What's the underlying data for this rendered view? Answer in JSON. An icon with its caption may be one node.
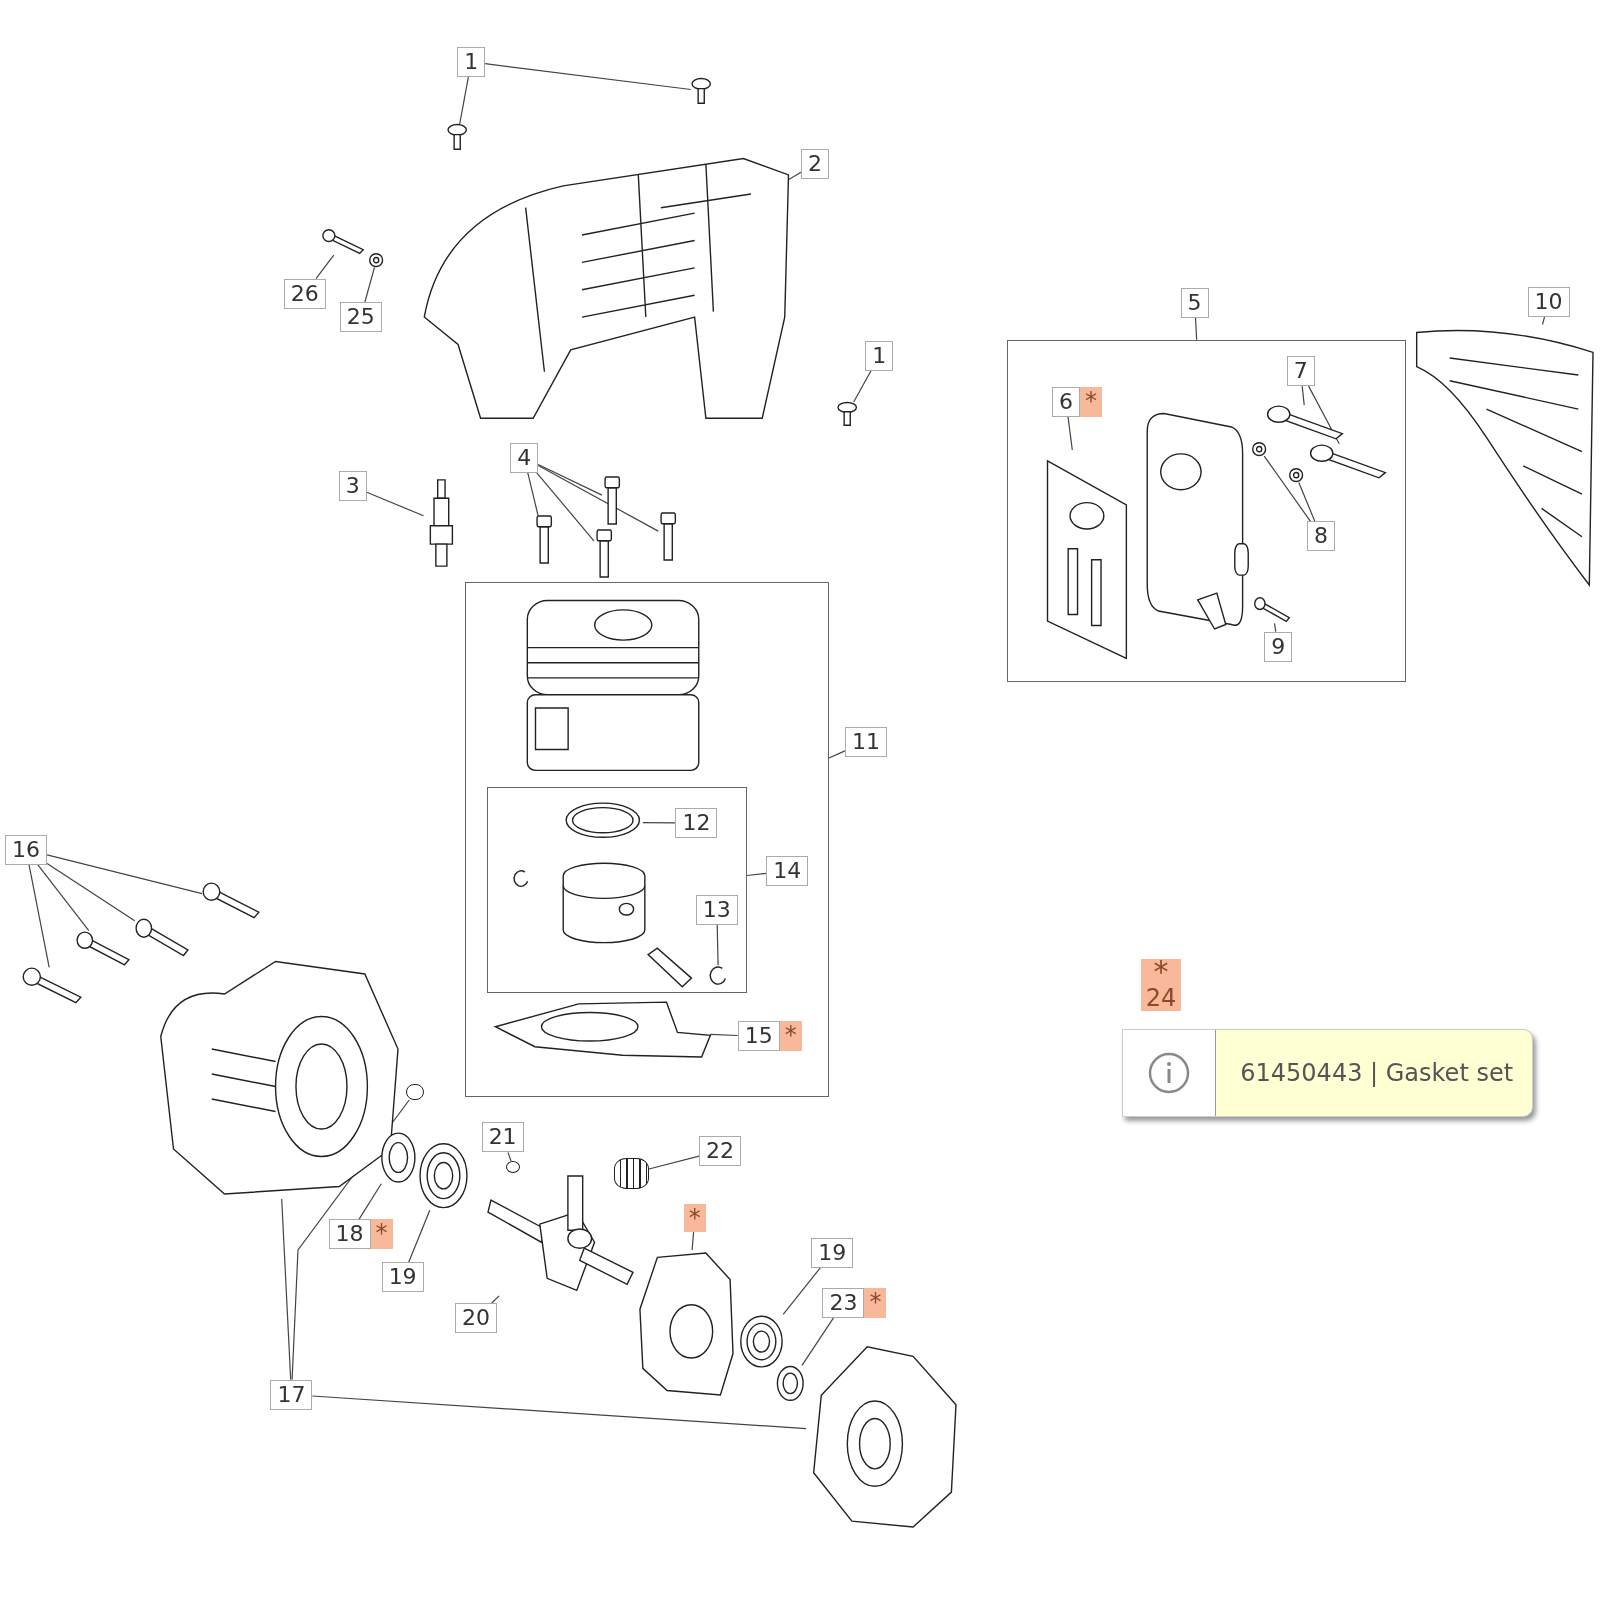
{
  "diagram": {
    "nodes": [
      {
        "text": [
          "1"
        ]
      },
      {
        "text": [],
        "shape": "picture"
      },
      {
        "text": [],
        "shape": "picture"
      },
      {
        "text": [
          "2"
        ]
      },
      {
        "text": [],
        "shape": "picture"
      },
      {
        "text": [
          "26"
        ]
      },
      {
        "text": [],
        "shape": "picture"
      },
      {
        "text": [
          "25"
        ]
      },
      {
        "text": [],
        "shape": "picture"
      },
      {
        "text": [
          "1"
        ]
      },
      {
        "text": [],
        "shape": "picture"
      },
      {
        "text": [
          "3"
        ]
      },
      {
        "text": [],
        "shape": "picture"
      },
      {
        "text": [
          "4"
        ]
      },
      {
        "text": [],
        "shape": "picture"
      },
      {
        "text": [],
        "shape": "picture"
      },
      {
        "text": [],
        "shape": "picture"
      },
      {
        "text": [],
        "shape": "picture"
      },
      {
        "text": [
          "5"
        ]
      },
      {
        "text": [],
        "shape": "box"
      },
      {
        "text": [
          "6"
        ],
        "beside": [
          "*"
        ],
        "in": 19
      },
      {
        "text": [],
        "shape": "picture",
        "in": 19
      },
      {
        "text": [
          "7"
        ],
        "in": 19
      },
      {
        "text": [],
        "shape": "picture",
        "in": 19
      },
      {
        "text": [],
        "shape": "picture",
        "in": 19
      },
      {
        "text": [
          "8"
        ],
        "in": 19
      },
      {
        "text": [],
        "shape": "picture",
        "in": 19
      },
      {
        "text": [],
        "shape": "picture",
        "in": 19
      },
      {
        "text": [
          "9"
        ],
        "in": 19
      },
      {
        "text": [],
        "shape": "picture",
        "in": 19
      },
      {
        "text": [
          "10"
        ]
      },
      {
        "text": [],
        "shape": "picture"
      },
      {
        "text": [
          "11"
        ]
      },
      {
        "text": [],
        "shape": "box"
      },
      {
        "text": [],
        "shape": "box",
        "in": 33
      },
      {
        "text": [
          "12"
        ],
        "in": 34
      },
      {
        "text": [],
        "shape": "picture",
        "in": 34
      },
      {
        "text": [
          "13"
        ],
        "in": 34
      },
      {
        "text": [],
        "shape": "picture",
        "in": 34
      },
      {
        "text": [
          "14"
        ],
        "in": 33
      },
      {
        "text": [
          "15"
        ],
        "beside": [
          "*"
        ],
        "in": 33
      },
      {
        "text": [],
        "shape": "picture",
        "in": 33
      },
      {
        "text": [
          "16"
        ]
      },
      {
        "text": [],
        "shape": "picture"
      },
      {
        "text": [],
        "shape": "picture"
      },
      {
        "text": [],
        "shape": "picture"
      },
      {
        "text": [],
        "shape": "picture"
      },
      {
        "text": [
          "17"
        ]
      },
      {
        "text": [],
        "shape": "picture"
      },
      {
        "text": [],
        "shape": "bar"
      },
      {
        "text": [],
        "shape": "picture"
      },
      {
        "text": [
          "18"
        ],
        "beside": [
          "*"
        ]
      },
      {
        "text": [],
        "shape": "picture"
      },
      {
        "text": [
          "19"
        ]
      },
      {
        "text": [],
        "shape": "picture"
      },
      {
        "text": [
          "20"
        ]
      },
      {
        "text": [],
        "shape": "picture"
      },
      {
        "text": [
          "21"
        ]
      },
      {
        "text": [],
        "shape": "circle"
      },
      {
        "text": [
          "22"
        ]
      },
      {
        "text": [],
        "shape": "cylinder"
      },
      {
        "text": [
          "*"
        ]
      },
      {
        "text": [],
        "shape": "picture"
      },
      {
        "text": [
          "19"
        ]
      },
      {
        "text": [],
        "shape": "picture"
      },
      {
        "text": [
          "23"
        ],
        "beside": [
          "*"
        ]
      },
      {
        "text": [],
        "shape": "picture"
      },
      {
        "text": [
          "61450443 | Gasket set"
        ]
      }
    ],
    "edges": [
      {
        "from": 0,
        "to": 1,
        "arrow": "none"
      },
      {
        "from": 0,
        "to": 2,
        "arrow": "none"
      },
      {
        "from": 3,
        "to": 4,
        "arrow": "none"
      },
      {
        "from": 5,
        "to": 6,
        "arrow": "none"
      },
      {
        "from": 7,
        "to": 8,
        "arrow": "none"
      },
      {
        "from": 9,
        "to": 10,
        "arrow": "none"
      },
      {
        "from": 11,
        "to": 12,
        "arrow": "none"
      },
      {
        "from": 13,
        "to": 14,
        "arrow": "none"
      },
      {
        "from": 13,
        "to": 15,
        "arrow": "none"
      },
      {
        "from": 13,
        "to": 16,
        "arrow": "none"
      },
      {
        "from": 13,
        "to": 17,
        "arrow": "none"
      },
      {
        "from": 18,
        "to": 19,
        "arrow": "none"
      },
      {
        "from": 20,
        "to": 21,
        "arrow": "none"
      },
      {
        "from": 22,
        "to": 23,
        "arrow": "none"
      },
      {
        "from": 22,
        "to": 24,
        "arrow": "none"
      },
      {
        "from": 25,
        "to": 26,
        "arrow": "none"
      },
      {
        "from": 25,
        "to": 27,
        "arrow": "none"
      },
      {
        "from": 28,
        "to": 29,
        "arrow": "none"
      },
      {
        "from": 30,
        "to": 31,
        "arrow": "none"
      },
      {
        "from": 32,
        "to": 33,
        "arrow": "none"
      },
      {
        "from": 35,
        "to": 36,
        "arrow": "none"
      },
      {
        "from": 37,
        "to": 38,
        "arrow": "none"
      },
      {
        "from": 39,
        "to": 34,
        "arrow": "none"
      },
      {
        "from": 40,
        "to": 41,
        "arrow": "none"
      },
      {
        "from": 42,
        "to": 43,
        "arrow": "none"
      },
      {
        "from": 42,
        "to": 44,
        "arrow": "none"
      },
      {
        "from": 42,
        "to": 45,
        "arrow": "none"
      },
      {
        "from": 42,
        "to": 46,
        "arrow": "none"
      },
      {
        "from": 47,
        "to": 48,
        "arrow": "none"
      },
      {
        "from": 47,
        "to": 49,
        "arrow": "none"
      },
      {
        "from": 47,
        "to": 50,
        "arrow": "none"
      },
      {
        "from": 51,
        "to": 52,
        "arrow": "none"
      },
      {
        "from": 53,
        "to": 54,
        "arrow": "none"
      },
      {
        "from": 55,
        "to": 56,
        "arrow": "none"
      },
      {
        "from": 57,
        "to": 58,
        "arrow": "none"
      },
      {
        "from": 59,
        "to": 60,
        "arrow": "none"
      },
      {
        "from": 61,
        "to": 62,
        "arrow": "none"
      },
      {
        "from": 63,
        "to": 64,
        "arrow": "none"
      },
      {
        "from": 65,
        "to": 66,
        "arrow": "none"
      }
    ],
    "labels": [
      "*",
      "24"
    ]
  }
}
